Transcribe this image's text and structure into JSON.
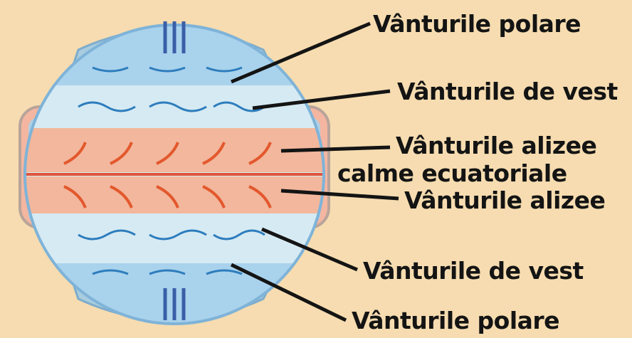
{
  "colors": {
    "background": "#f6dcb0",
    "polar_cap": "#a9d2ec",
    "mid_band": "#d8ecf4",
    "tropical_band": "#f2b79c",
    "equator_line": "#e0533a",
    "arrow_blue": "#2d7dbd",
    "arrow_red": "#e3582d",
    "leader_line": "#141414"
  },
  "labels": {
    "polar_north": "Vânturile polare",
    "westerlies_north": "Vânturile de vest",
    "trade_north": "Vânturile alizee",
    "equatorial_calm": "calme ecuatoriale",
    "trade_south": "Vânturile alizee",
    "westerlies_south": "Vânturile de vest",
    "polar_south": "Vânturile polare"
  }
}
